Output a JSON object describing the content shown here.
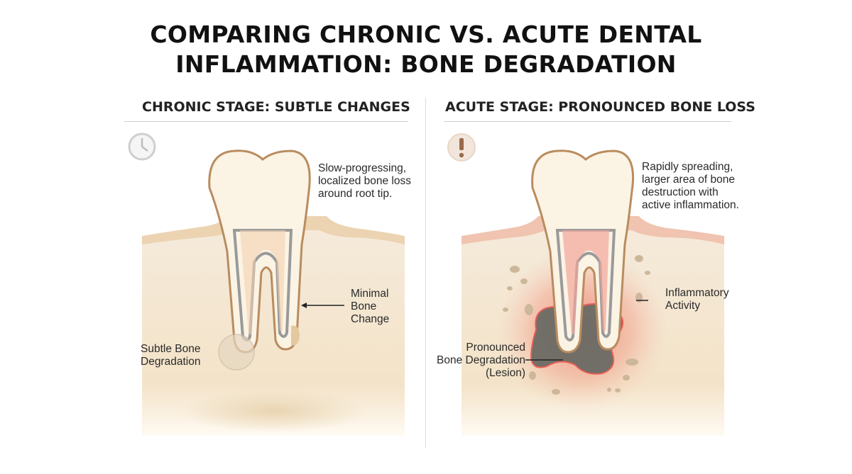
{
  "title": {
    "line1": "COMPARING CHRONIC VS. ACUTE DENTAL",
    "line2": "INFLAMMATION: BONE DEGRADATION"
  },
  "left_panel": {
    "heading": "CHRONIC STAGE: SUBTLE CHANGES",
    "icon": "clock-icon",
    "description": [
      "Slow-progressing,",
      "localized bone loss",
      "around root tip."
    ],
    "callout_change": [
      "Minimal",
      "Bone",
      "Change"
    ],
    "callout_degradation": [
      "Subtle Bone",
      "Degradation"
    ]
  },
  "right_panel": {
    "heading": "ACUTE STAGE: PRONOUNCED BONE LOSS",
    "icon": "warning-icon",
    "description": [
      "Rapidly spreading,",
      "larger area of bone",
      "destruction with",
      "active inflammation."
    ],
    "callout_inflammation": [
      "Inflammatory",
      "Activity"
    ],
    "callout_lesion": [
      "Pronounced",
      "Bone Degradation",
      "(Lesion)"
    ]
  },
  "colors": {
    "bone": "#f3e6cf",
    "gum": "#e9c9a4",
    "tooth": "#fbf3e4",
    "pulp": "#f2a59a",
    "inflammation": "#f06a5e",
    "lesion": "#6b6b65",
    "outline": "#b98c5f"
  }
}
